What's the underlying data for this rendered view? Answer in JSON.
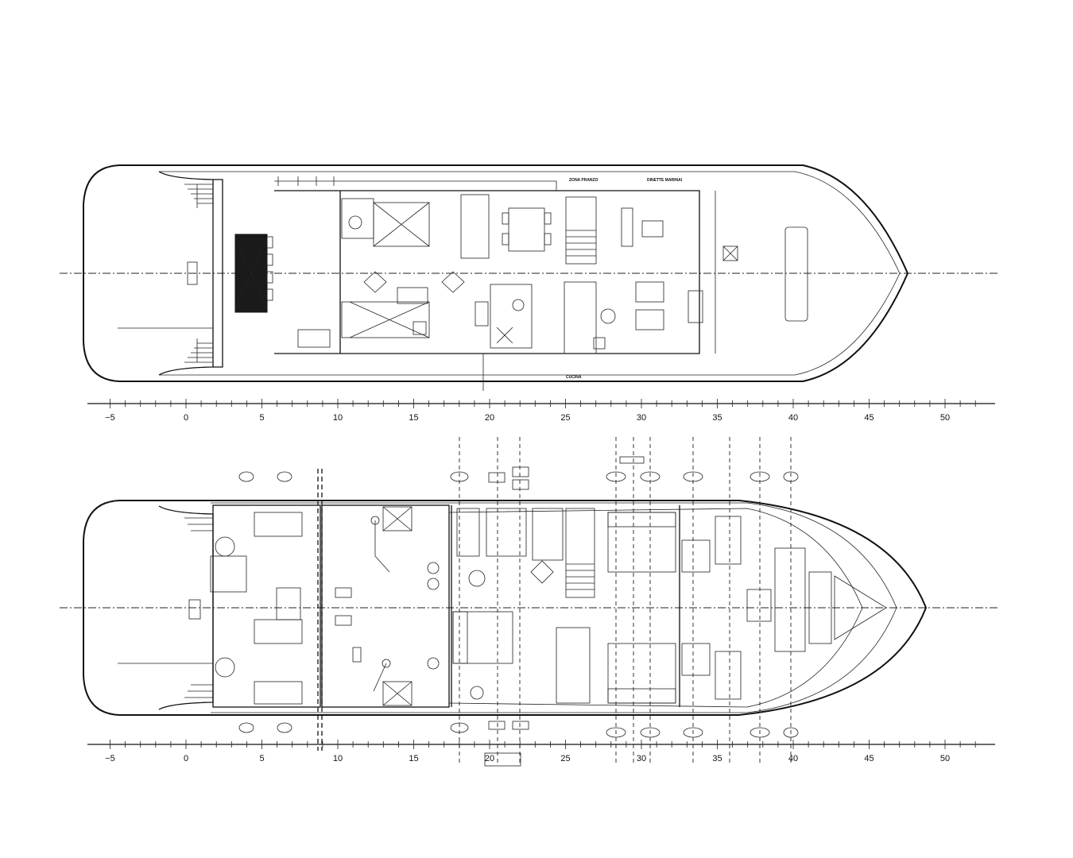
{
  "decks": [
    {
      "id": "upper",
      "labels": [
        {
          "key": "zona_pranzo",
          "text": "ZONA PRANZO"
        },
        {
          "key": "dinette",
          "text": "DINETTE MARINAI"
        },
        {
          "key": "cucina",
          "text": "CUCINA"
        }
      ],
      "scale": {
        "ticks": [
          -5,
          0,
          5,
          10,
          15,
          20,
          25,
          30,
          35,
          40,
          45,
          50
        ]
      }
    },
    {
      "id": "lower",
      "labels": [],
      "scale": {
        "ticks": [
          -5,
          0,
          5,
          10,
          15,
          20,
          25,
          30,
          35,
          40,
          45,
          50
        ]
      }
    }
  ]
}
